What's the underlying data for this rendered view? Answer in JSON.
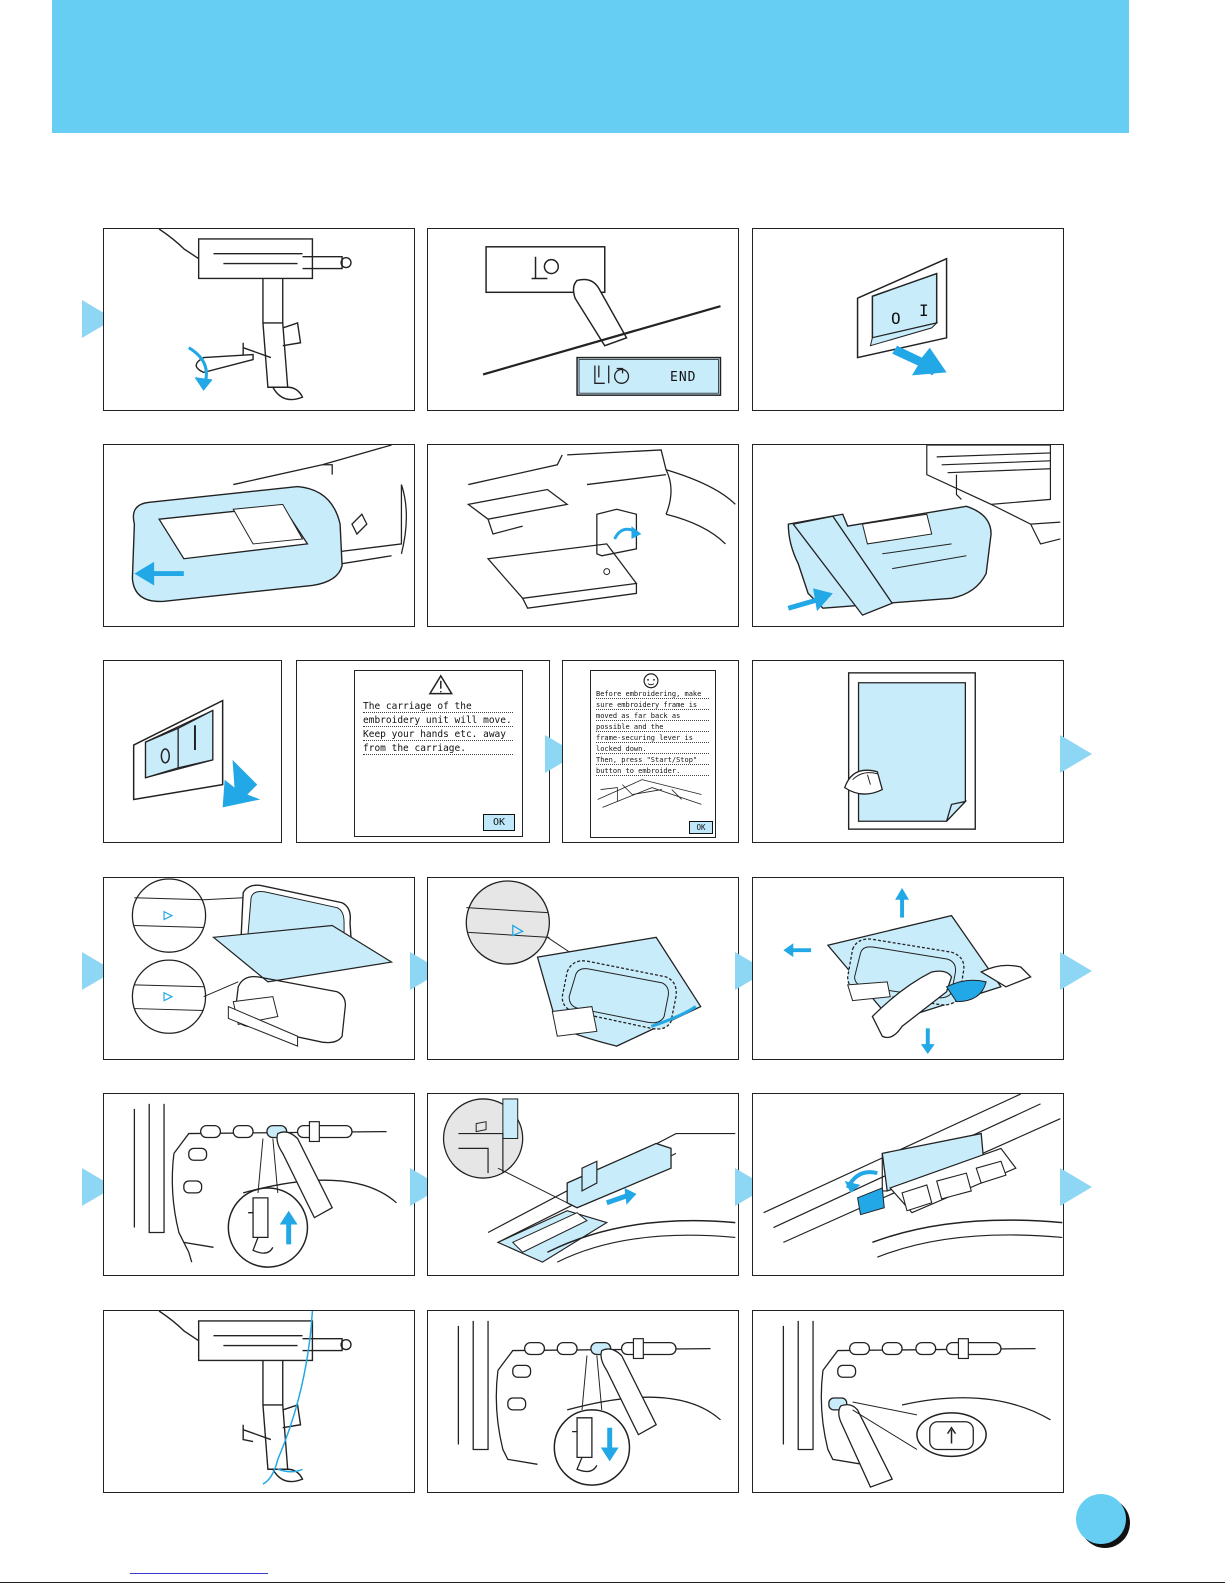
{
  "colors": {
    "header": "#66cdf3",
    "arrow": "#8dd6f4",
    "accent_blue": "#22a8e6",
    "light_blue_fill": "#c9ecfb",
    "line": "#222222"
  },
  "panels": {
    "change_foot_lcd": {
      "icon_name": "presser-foot-change-icon",
      "bar_label": "END"
    },
    "power_switch": {
      "on_label": "I",
      "off_label": "O"
    },
    "warning_screen": {
      "icon_name": "warning-triangle-icon",
      "lines": [
        "The carriage of the",
        "embroidery unit will move.",
        "Keep your hands etc. away",
        "from the carriage."
      ],
      "ok_label": "OK"
    },
    "frame_screen": {
      "icon_name": "face-icon",
      "lines": [
        "Before embroidering, make",
        "sure embroidery frame is",
        "moved as far back as",
        "possible and the",
        "frame-securing lever is",
        "locked down.",
        "Then, press \"Start/Stop\"",
        "button to embroider."
      ],
      "ok_label": "OK"
    }
  },
  "icons": [
    "right-arrow-icon",
    "screwdriver-icon",
    "finger-press-icon",
    "power-switch-icon",
    "flatbed-icon",
    "embroidery-unit-icon",
    "iron-icon",
    "hoop-icon",
    "needle-position-button-icon",
    "start-stop-button-icon",
    "page-number-circle-icon"
  ]
}
